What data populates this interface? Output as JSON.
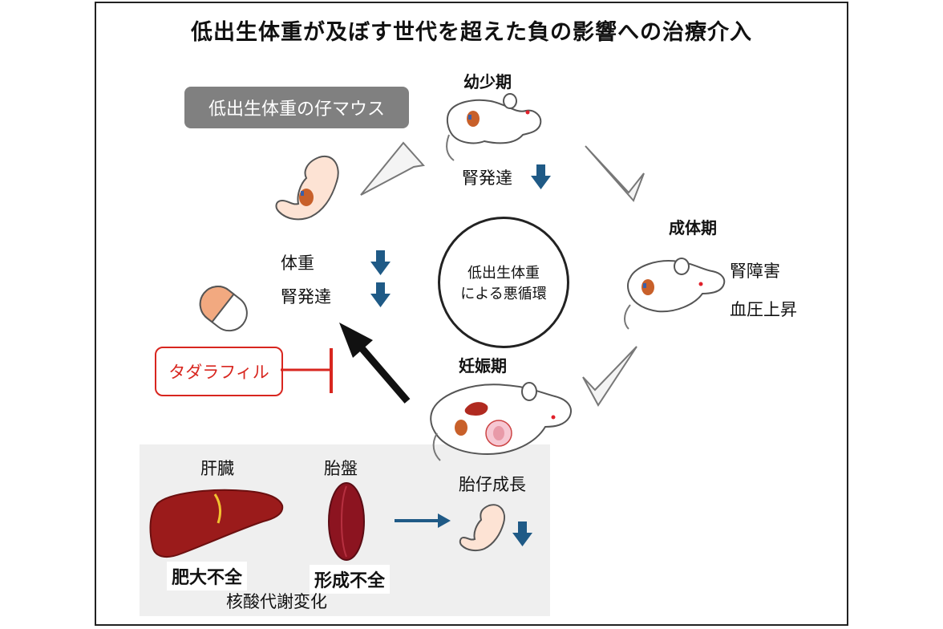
{
  "title": "低出生体重が及ぼす世代を超えた負の影響への治療介入",
  "pup_tag": "低出生体重の仔マウス",
  "stages": {
    "infancy": "幼少期",
    "adult": "成体期",
    "pregnancy": "妊娠期"
  },
  "labels": {
    "infancy_kidney": "腎発達",
    "adult_effect1": "腎障害",
    "adult_effect2": "血圧上昇",
    "pup_weight": "体重",
    "pup_kidney": "腎発達",
    "fetal_growth": "胎仔成長",
    "liver": "肝臓",
    "placenta": "胎盤",
    "liver_effect": "肥大不全",
    "placenta_effect": "形成不全",
    "metabolism": "核酸代謝変化"
  },
  "cycle": {
    "line1": "低出生体重",
    "line2": "による悪循環"
  },
  "drug": "タダラフィル",
  "colors": {
    "down_arrow": "#1f5a86",
    "drug_red": "#d8261f",
    "tag_grey": "#808080",
    "panel_grey": "#efefef"
  }
}
